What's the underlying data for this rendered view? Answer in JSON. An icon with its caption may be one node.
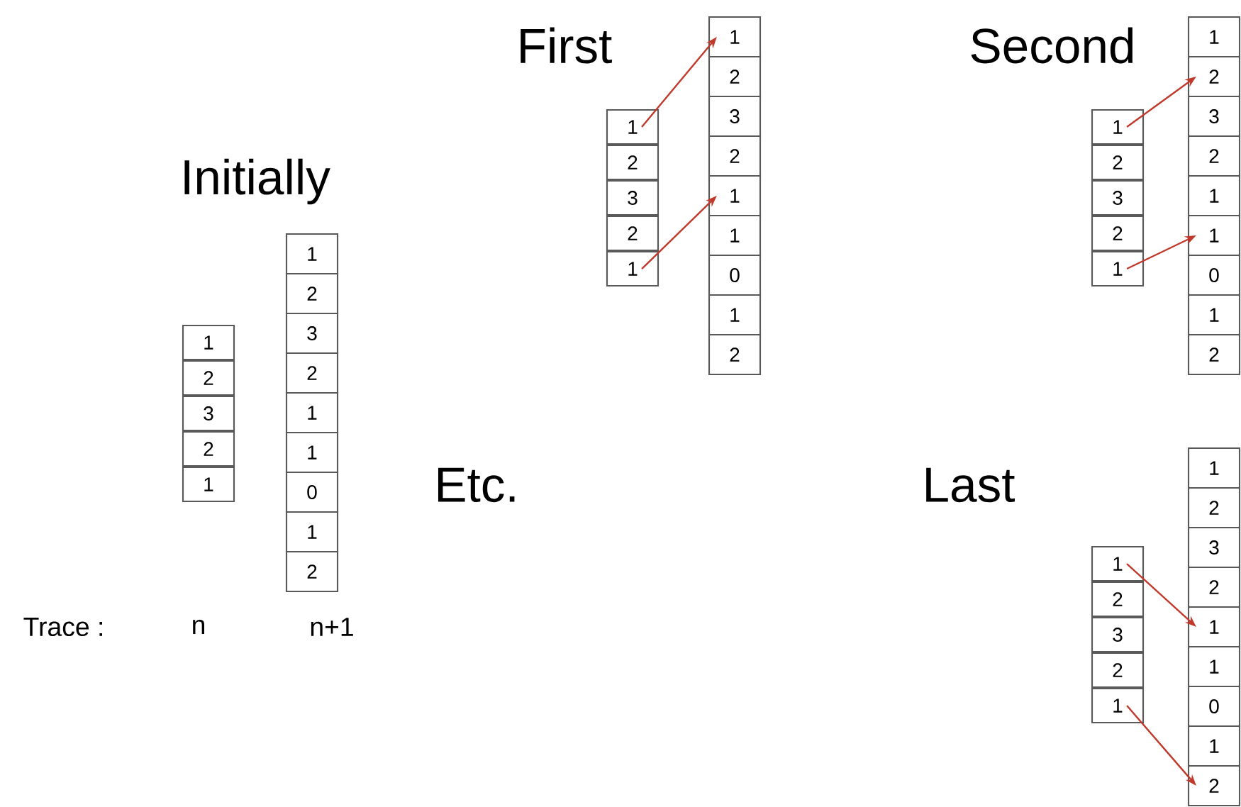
{
  "diagram": {
    "nodes": [
      {
        "text": [
          "1"
        ]
      },
      {
        "text": [
          "2"
        ]
      },
      {
        "text": [
          "3"
        ]
      },
      {
        "text": [
          "2"
        ]
      },
      {
        "text": [
          "1"
        ]
      },
      {
        "text": [
          "1"
        ]
      },
      {
        "text": [
          "2"
        ]
      },
      {
        "text": [
          "3"
        ]
      },
      {
        "text": [
          "2"
        ]
      },
      {
        "text": [
          "1"
        ]
      },
      {
        "text": [
          "1"
        ]
      },
      {
        "text": [
          "0"
        ]
      },
      {
        "text": [
          "1"
        ]
      },
      {
        "text": [
          "2"
        ]
      },
      {
        "text": [
          "1"
        ]
      },
      {
        "text": [
          "2"
        ]
      },
      {
        "text": [
          "3"
        ]
      },
      {
        "text": [
          "2"
        ]
      },
      {
        "text": [
          "1"
        ]
      },
      {
        "text": [
          "1"
        ]
      },
      {
        "text": [
          "2"
        ]
      },
      {
        "text": [
          "3"
        ]
      },
      {
        "text": [
          "2"
        ]
      },
      {
        "text": [
          "1"
        ]
      },
      {
        "text": [
          "1"
        ]
      },
      {
        "text": [
          "0"
        ]
      },
      {
        "text": [
          "1"
        ]
      },
      {
        "text": [
          "2"
        ]
      },
      {
        "text": [
          "1"
        ]
      },
      {
        "text": [
          "2"
        ]
      },
      {
        "text": [
          "3"
        ]
      },
      {
        "text": [
          "2"
        ]
      },
      {
        "text": [
          "1"
        ]
      },
      {
        "text": [
          "1"
        ]
      },
      {
        "text": [
          "2"
        ]
      },
      {
        "text": [
          "3"
        ]
      },
      {
        "text": [
          "2"
        ]
      },
      {
        "text": [
          "1"
        ]
      },
      {
        "text": [
          "1"
        ]
      },
      {
        "text": [
          "0"
        ]
      },
      {
        "text": [
          "1"
        ]
      },
      {
        "text": [
          "2"
        ]
      },
      {
        "text": [
          "1"
        ]
      },
      {
        "text": [
          "2"
        ]
      },
      {
        "text": [
          "3"
        ]
      },
      {
        "text": [
          "2"
        ]
      },
      {
        "text": [
          "1"
        ]
      },
      {
        "text": [
          "1"
        ]
      },
      {
        "text": [
          "2"
        ]
      },
      {
        "text": [
          "3"
        ]
      },
      {
        "text": [
          "2"
        ]
      },
      {
        "text": [
          "1"
        ]
      },
      {
        "text": [
          "1"
        ]
      },
      {
        "text": [
          "0"
        ]
      },
      {
        "text": [
          "1"
        ]
      },
      {
        "text": [
          "2"
        ]
      }
    ],
    "edges": [
      {
        "from": 14,
        "to": 19,
        "arrow": "to"
      },
      {
        "from": 18,
        "to": 23,
        "arrow": "to"
      },
      {
        "from": 28,
        "to": 34,
        "arrow": "to"
      },
      {
        "from": 32,
        "to": 38,
        "arrow": "to"
      },
      {
        "from": 42,
        "to": 51,
        "arrow": "to"
      },
      {
        "from": 46,
        "to": 55,
        "arrow": "to"
      }
    ],
    "labels": [
      "First",
      "Second",
      "Initially",
      "Etc.",
      "Last",
      "Trace :",
      "n",
      "n+1"
    ]
  }
}
